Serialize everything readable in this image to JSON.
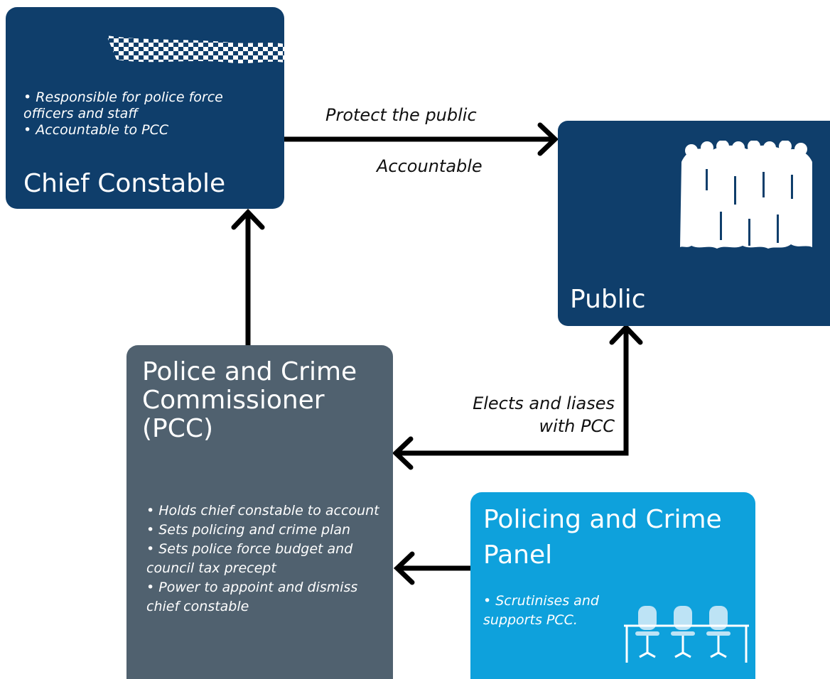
{
  "chief_constable": {
    "title": "Chief Constable",
    "bullets": [
      "• Responsible for police force officers and staff",
      "• Accountable to PCC"
    ],
    "color": "#0f3e6b",
    "icon": "checkered-police-tape-icon"
  },
  "public": {
    "title": "Public",
    "color": "#0f3e6b",
    "icon": "crowd-icon"
  },
  "pcc": {
    "title": "Police and Crime Commissioner (PCC)",
    "bullets": [
      "• Holds chief constable to account",
      "• Sets policing and crime plan",
      "• Sets police force budget and council tax precept",
      "• Power to appoint and dismiss chief constable"
    ],
    "color": "#50616f"
  },
  "panel": {
    "title": "Policing and Crime Panel",
    "bullets": [
      "• Scrutinises and supports PCC."
    ],
    "color": "#0ea1dc",
    "icon": "meeting-table-chairs-icon"
  },
  "labels": {
    "protect": "Protect the public",
    "accountable": "Accountable",
    "elects": "Elects and liases with PCC"
  }
}
